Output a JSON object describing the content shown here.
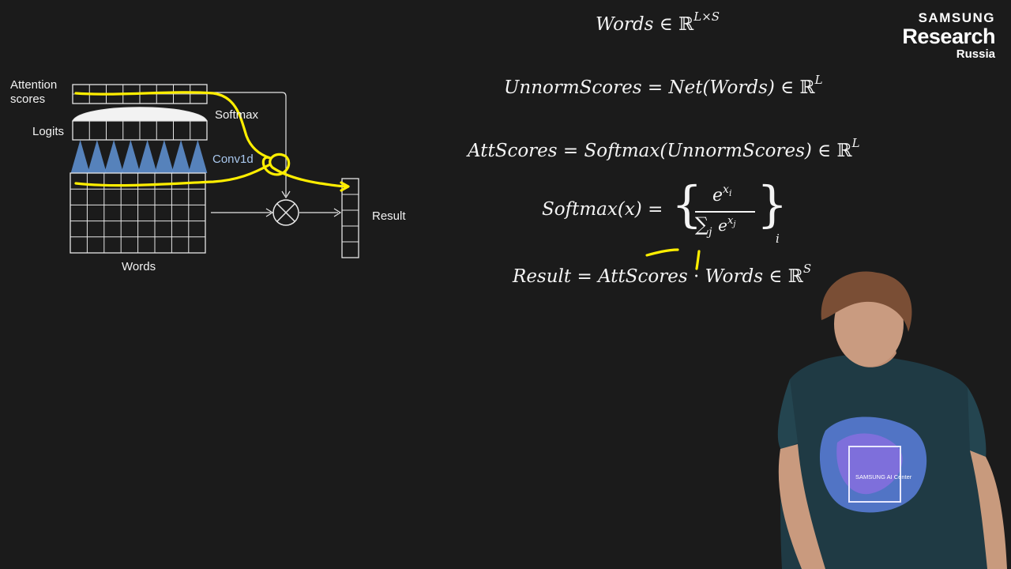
{
  "logo": {
    "line1": "SAMSUNG",
    "line2": "Research",
    "line3": "Russia"
  },
  "diagram": {
    "attention_label_1": "Attention",
    "attention_label_2": "scores",
    "logits_label": "Logits",
    "softmax_label": "Softmax",
    "conv_label": "Conv1d",
    "result_label": "Result",
    "words_label": "Words",
    "grid_columns": 8,
    "words_rows": 5,
    "result_cells": 5,
    "colors": {
      "lines": "#e6e6e6",
      "triangles": "#5b8bc9",
      "annotation": "#ffee00",
      "background": "#1b1b1b"
    }
  },
  "equations": {
    "eq1": {
      "lhs": "Words",
      "rel": "∈",
      "set": "ℝ",
      "sup": "L×S"
    },
    "eq2": {
      "lhs": "UnnormScores",
      "eq": "=",
      "rhs": "Net(Words)",
      "rel": "∈",
      "set": "ℝ",
      "sup": "L"
    },
    "eq3": {
      "lhs": "AttScores",
      "eq": "=",
      "rhs": "Softmax(UnnormScores)",
      "rel": "∈",
      "set": "ℝ",
      "sup": "L"
    },
    "eq4": {
      "lhs": "Softmax(x)",
      "eq": "=",
      "numerator": "e",
      "num_sup": "x",
      "num_sub": "i",
      "denominator": "∑",
      "den_sub": "j",
      "den_e": "e",
      "den_sup": "x",
      "den_sup_sub": "j",
      "outer_sub": "i"
    },
    "eq5": {
      "lhs": "Result",
      "eq": "=",
      "rhs1": "AttScores",
      "dot": "·",
      "rhs2": "Words",
      "rel": "∈",
      "set": "ℝ",
      "sup": "S"
    }
  },
  "person_icon": "lecturer-figure",
  "tshirt_text": "SAMSUNG AI Center"
}
